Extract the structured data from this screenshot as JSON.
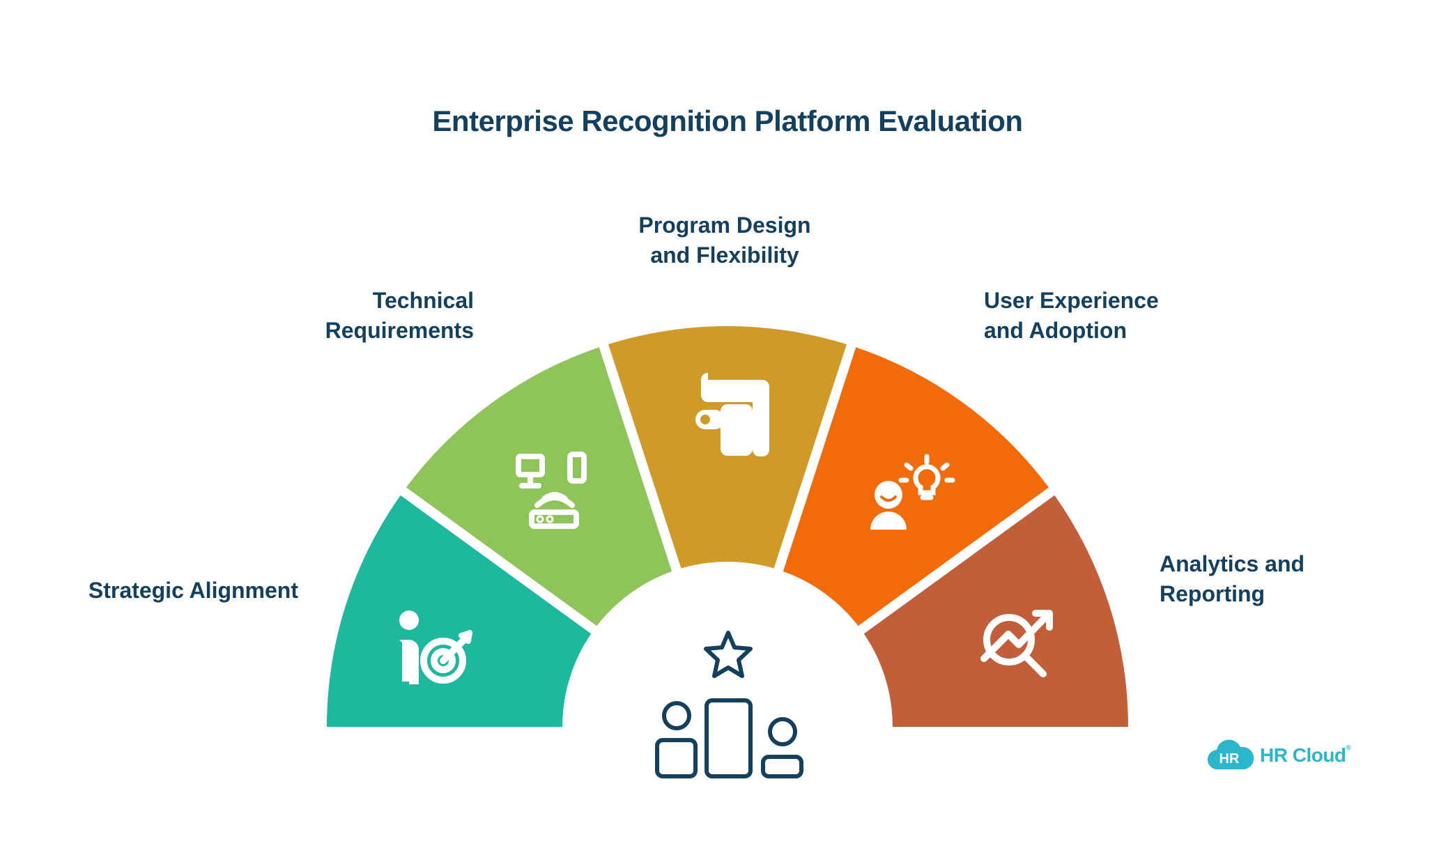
{
  "title": "Enterprise Recognition Platform Evaluation",
  "segments": [
    {
      "lines": [
        "Strategic Alignment"
      ],
      "color": "#1db89e",
      "icon": "person-target-icon"
    },
    {
      "lines": [
        "Technical",
        "Requirements"
      ],
      "color": "#8ec45a",
      "icon": "devices-router-icon"
    },
    {
      "lines": [
        "Program Design",
        "and Flexibility"
      ],
      "color": "#d09a29",
      "icon": "path-flow-icon"
    },
    {
      "lines": [
        "User Experience",
        "and Adoption"
      ],
      "color": "#f26b0b",
      "icon": "person-idea-icon"
    },
    {
      "lines": [
        "Analytics and",
        "Reporting"
      ],
      "color": "#c35e3a",
      "icon": "analytics-search-icon"
    }
  ],
  "center_icon": "recognition-podium-star-icon",
  "brand": {
    "badge": "HR",
    "name": "HR Cloud",
    "mark": "®",
    "color": "#2ab7cc"
  },
  "text_color": "#12405e"
}
